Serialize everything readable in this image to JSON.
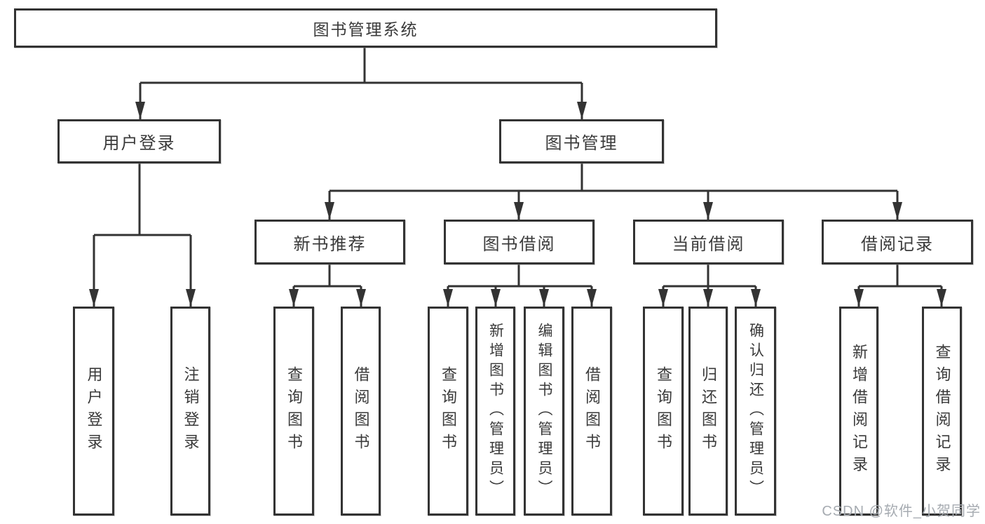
{
  "colors": {
    "line": "#333333",
    "box_border": "#333333",
    "text": "#3a3a3a",
    "background": "#ffffff",
    "watermark": "#a6abb1"
  },
  "nodes": {
    "root": {
      "label": "图书管理系统"
    },
    "user_login": {
      "label": "用户登录"
    },
    "book_mgmt": {
      "label": "图书管理"
    },
    "new_book_rec": {
      "label": "新书推荐"
    },
    "book_borrow": {
      "label": "图书借阅"
    },
    "current_borrow": {
      "label": "当前借阅"
    },
    "borrow_record": {
      "label": "借阅记录"
    },
    "leaf_user_login": {
      "label": "用户登录"
    },
    "leaf_logout": {
      "label": "注销登录"
    },
    "leaf_nbr_query": {
      "label": "查询图书"
    },
    "leaf_nbr_borrow": {
      "label": "借阅图书"
    },
    "leaf_bb_query": {
      "label": "查询图书"
    },
    "leaf_bb_add": {
      "label": "新增图书（管理员）"
    },
    "leaf_bb_edit": {
      "label": "编辑图书（管理员）"
    },
    "leaf_bb_borrow": {
      "label": "借阅图书"
    },
    "leaf_cb_query": {
      "label": "查询图书"
    },
    "leaf_cb_return": {
      "label": "归还图书"
    },
    "leaf_cb_confirm": {
      "label": "确认归还（管理员）"
    },
    "leaf_br_add": {
      "label": "新增借阅记录"
    },
    "leaf_br_query": {
      "label": "查询借阅记录"
    }
  },
  "watermark": {
    "text": "CSDN @软件_小贺同学"
  }
}
